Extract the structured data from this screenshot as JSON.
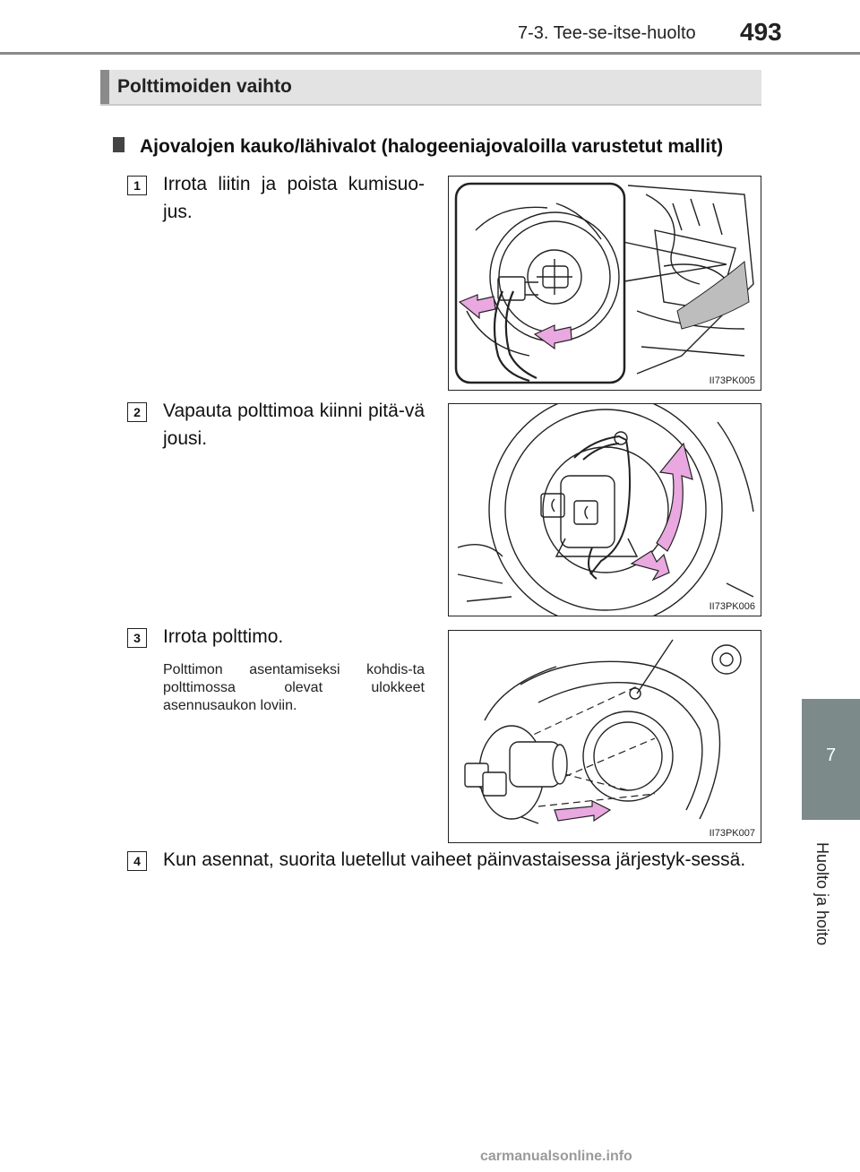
{
  "header": {
    "section": "7-3. Tee-se-itse-huolto",
    "page_number": "493"
  },
  "side_tab": {
    "chapter_number": "7",
    "chapter_title": "Huolto ja hoito"
  },
  "section_title": "Polttimoiden vaihto",
  "sub_heading": "Ajovalojen kauko/lähivalot (halogeeniajovaloilla varustetut mallit)",
  "steps": [
    {
      "number": "1",
      "text": "Irrota liitin ja poista kumisuo-jus.",
      "figure_code": "II73PK005"
    },
    {
      "number": "2",
      "text": "Vapauta polttimoa kiinni pitä-vä jousi.",
      "figure_code": "II73PK006"
    },
    {
      "number": "3",
      "text": "Irrota polttimo.",
      "note": "Polttimon asentamiseksi kohdis-ta polttimossa olevat ulokkeet asennusaukon loviin.",
      "figure_code": "II73PK007"
    },
    {
      "number": "4",
      "text": "Kun asennat, suorita luetellut vaiheet päinvastaisessa järjestyk-sessä."
    }
  ],
  "colors": {
    "arrow": "#e9a8e0",
    "tab": "#7d8a8a",
    "section_bar": "#e3e3e3"
  },
  "watermark": "carmanualsonline.info"
}
